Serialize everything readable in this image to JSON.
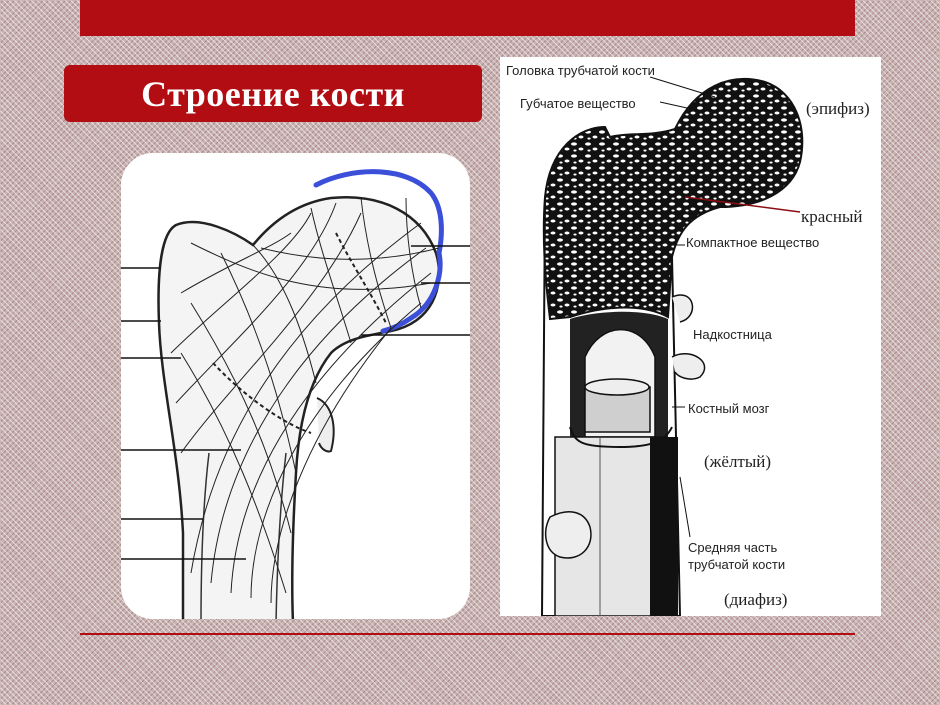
{
  "title": "Строение кости",
  "labels": {
    "head": "Головка трубчатой кости",
    "spongy": "Губчатое вещество",
    "epiphysis": "(эпифиз)",
    "red": "красный",
    "compact": "Компактное вещество",
    "periosteum": "Надкостница",
    "marrow": "Костный мозг",
    "yellow": "(жёлтый)",
    "middle_line1": "Средняя часть",
    "middle_line2": "трубчатой кости",
    "diaphysis": "(диафиз)"
  },
  "colors": {
    "accent": "#b10d12",
    "cartilage": "#3b4fd8",
    "bone_dark": "#1a1a1a"
  }
}
